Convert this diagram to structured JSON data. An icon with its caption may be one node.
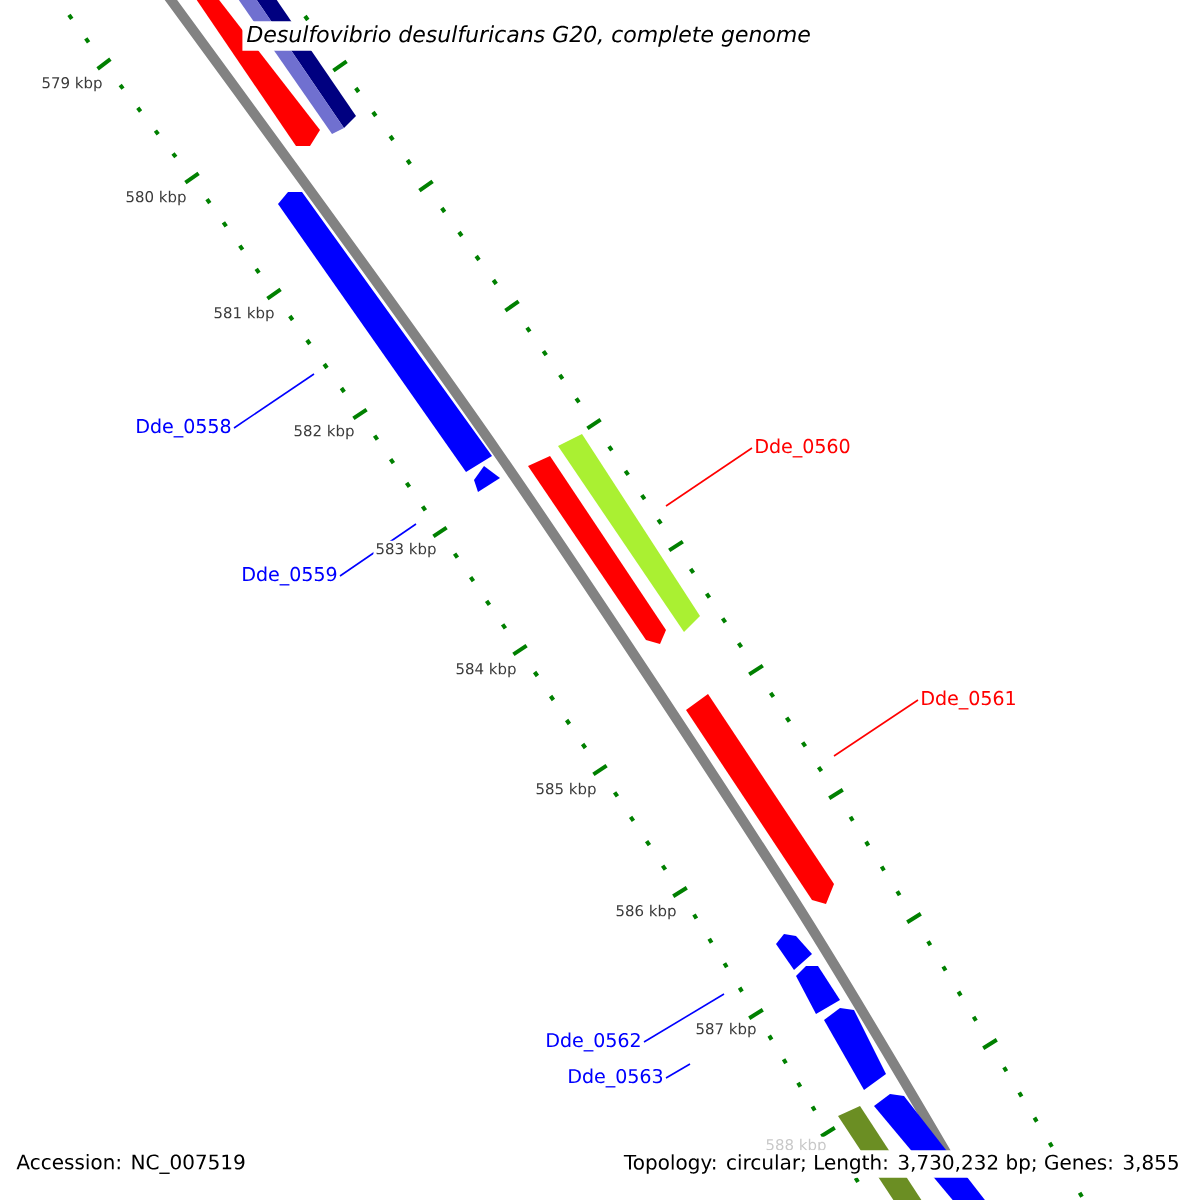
{
  "diagram": {
    "title": "Desulfovibrio desulfuricans G20, complete genome",
    "nodes": [
      {
        "text": [
          "Dde_0558"
        ]
      },
      {
        "text": [
          "Dde_0559"
        ]
      },
      {
        "text": [
          "Dde_0560"
        ]
      },
      {
        "text": [
          "Dde_0561"
        ]
      },
      {
        "text": [
          "Dde_0562"
        ]
      },
      {
        "text": [
          "Dde_0563"
        ]
      }
    ],
    "edges": [
      {
        "from": 0,
        "to": null,
        "arrow": "none"
      },
      {
        "from": 1,
        "to": null,
        "arrow": "none"
      },
      {
        "from": 2,
        "to": null,
        "arrow": "none",
        "color": "#ff0000"
      },
      {
        "from": 3,
        "to": null,
        "arrow": "none",
        "color": "#ff0000"
      },
      {
        "from": 4,
        "to": null,
        "arrow": "none"
      },
      {
        "from": 5,
        "to": null,
        "arrow": "none"
      }
    ],
    "labels": [
      "579 kbp",
      "580 kbp",
      "581 kbp",
      "582 kbp",
      "583 kbp",
      "584 kbp",
      "585 kbp",
      "586 kbp",
      "587 kbp",
      "588 kbp",
      "Accession: NC_007519",
      "Topology: circular; Length: 3,730,232 bp; Genes: 3,855"
    ]
  }
}
